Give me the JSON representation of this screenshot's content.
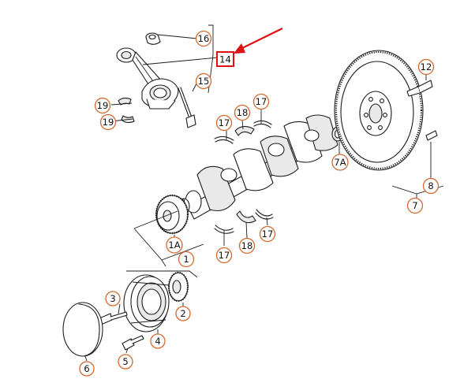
{
  "diagram": {
    "callouts": [
      {
        "id": "c16",
        "label": "16"
      },
      {
        "id": "c14",
        "label": "14",
        "highlighted": true
      },
      {
        "id": "c15",
        "label": "15"
      },
      {
        "id": "c19a",
        "label": "19"
      },
      {
        "id": "c19b",
        "label": "19"
      },
      {
        "id": "c18a",
        "label": "18"
      },
      {
        "id": "c17a",
        "label": "17"
      },
      {
        "id": "c17b",
        "label": "17"
      },
      {
        "id": "c12",
        "label": "12"
      },
      {
        "id": "c7A",
        "label": "7A"
      },
      {
        "id": "c8",
        "label": "8"
      },
      {
        "id": "c7",
        "label": "7"
      },
      {
        "id": "c1A",
        "label": "1A"
      },
      {
        "id": "c1",
        "label": "1"
      },
      {
        "id": "c17c",
        "label": "17"
      },
      {
        "id": "c18b",
        "label": "18"
      },
      {
        "id": "c17d",
        "label": "17"
      },
      {
        "id": "c3",
        "label": "3"
      },
      {
        "id": "c2",
        "label": "2"
      },
      {
        "id": "c4",
        "label": "4"
      },
      {
        "id": "c5",
        "label": "5"
      },
      {
        "id": "c6",
        "label": "6"
      }
    ],
    "colors": {
      "callout_ring": "#d4692e",
      "highlight": "#e01010",
      "line": "#1c1c1c"
    }
  }
}
